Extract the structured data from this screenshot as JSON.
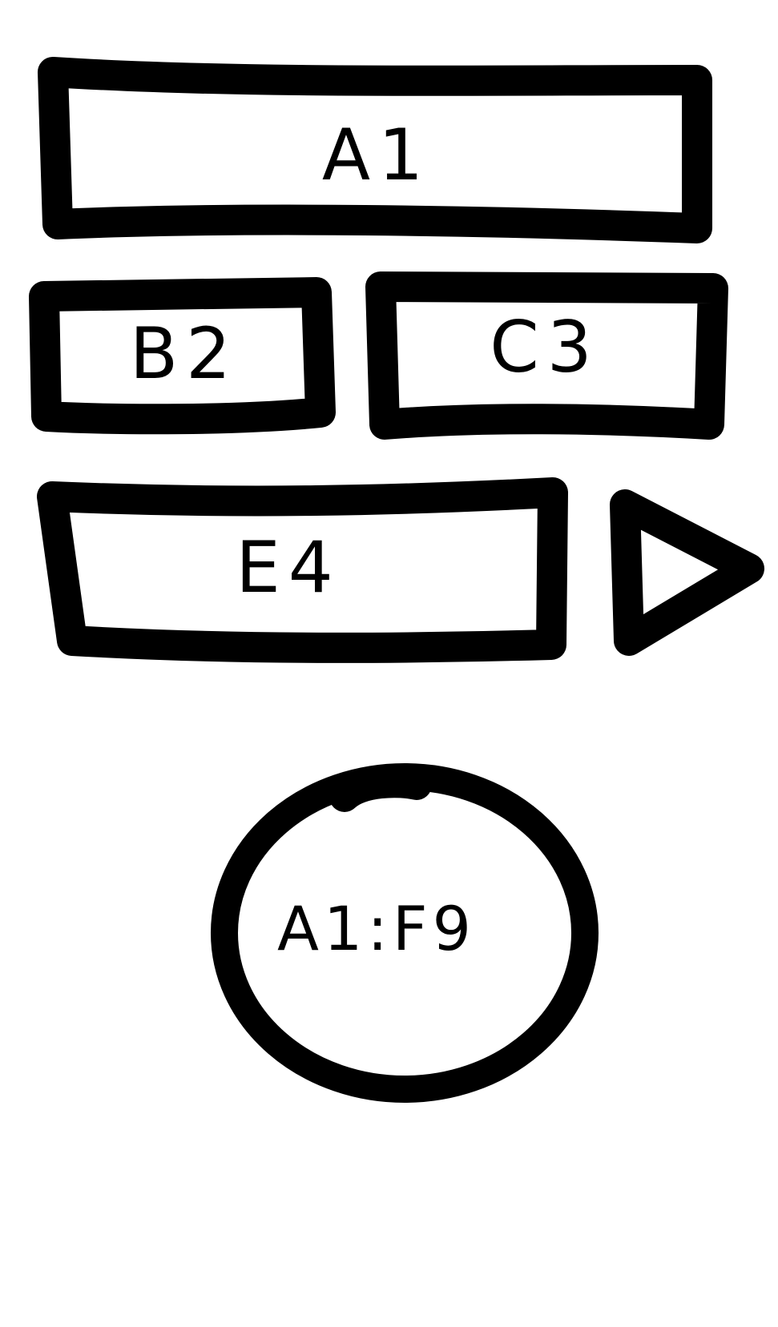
{
  "cells": {
    "a1": {
      "label": "A1"
    },
    "b2": {
      "label": "B2"
    },
    "c3": {
      "label": "C3"
    },
    "e4": {
      "label": "E4"
    }
  },
  "play": {
    "icon": "play-triangle-icon"
  },
  "range_circle": {
    "label": "A1:F9"
  },
  "colors": {
    "ink": "#000000",
    "paper": "#ffffff"
  }
}
